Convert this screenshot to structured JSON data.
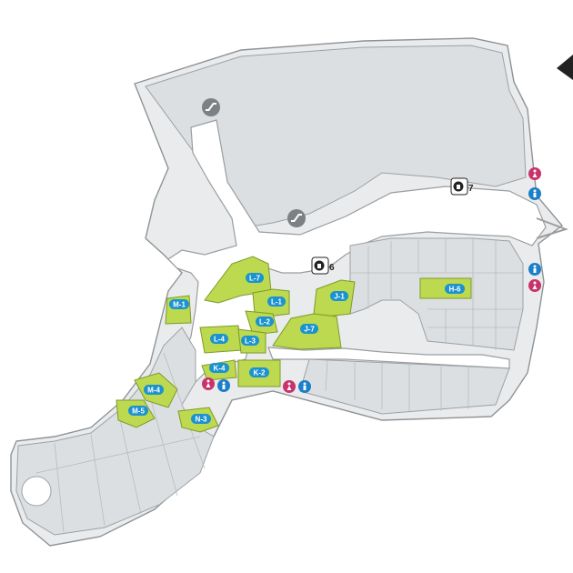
{
  "map": {
    "stores": [
      {
        "id": "L-7"
      },
      {
        "id": "L-1"
      },
      {
        "id": "L-2"
      },
      {
        "id": "L-4"
      },
      {
        "id": "L-3"
      },
      {
        "id": "J-1"
      },
      {
        "id": "J-7"
      },
      {
        "id": "H-6"
      },
      {
        "id": "M-1"
      },
      {
        "id": "K-4"
      },
      {
        "id": "K-2"
      },
      {
        "id": "M-4"
      },
      {
        "id": "M-5"
      },
      {
        "id": "N-3"
      }
    ],
    "elevator_numbers": {
      "elevator_6": "6",
      "elevator_7": "7"
    },
    "icons": {
      "escalator": "escalator-icon",
      "elevator": "elevator-icon",
      "female_restroom": "female-restroom-icon",
      "male_restroom": "male-restroom-icon",
      "compass": "north-arrow-icon"
    },
    "colors": {
      "shop_highlight": "#bcd94f",
      "label_blue": "#1b93cf",
      "restroom_female": "#c9336b",
      "restroom_male": "#1b7fc9",
      "floor": "#e9ebec"
    }
  }
}
